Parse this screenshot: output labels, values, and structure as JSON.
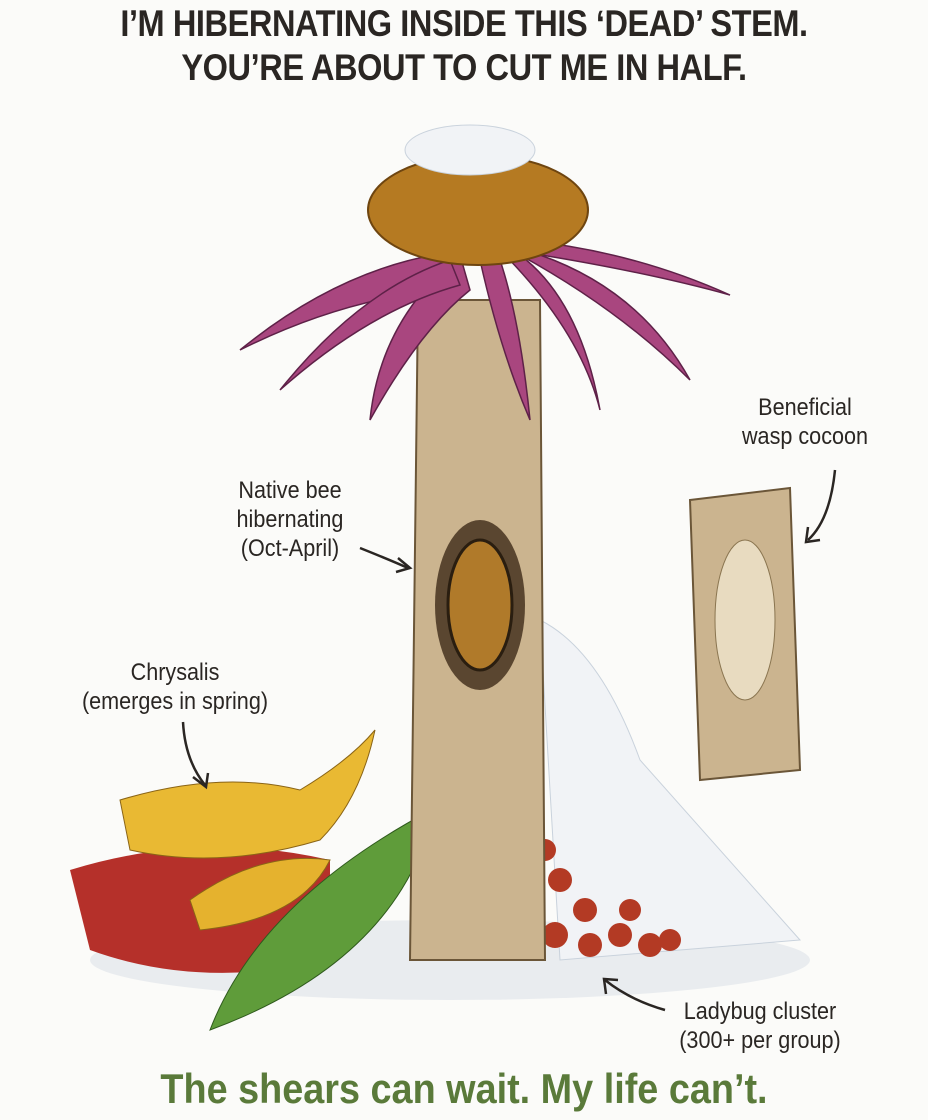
{
  "header": {
    "line1": "I’M HIBERNATING INSIDE THIS ‘DEAD’ STEM.",
    "line2": "YOU’RE ABOUT TO CUT ME IN HALF."
  },
  "labels": {
    "wasp": [
      "Beneficial",
      "wasp cocoon"
    ],
    "bee": [
      "Native bee",
      "hibernating",
      "(Oct-April)"
    ],
    "chrysalis": [
      "Chrysalis",
      "(emerges in spring)"
    ],
    "ladybug": [
      "Ladybug cluster",
      "(300+ per group)"
    ]
  },
  "footer": "The shears can wait. My life can’t.",
  "colors": {
    "title": "#2a2623",
    "footer": "#5a7a3a",
    "petal": "#a9467f",
    "stem": "#cbb48f",
    "cone": "#b57a22"
  }
}
